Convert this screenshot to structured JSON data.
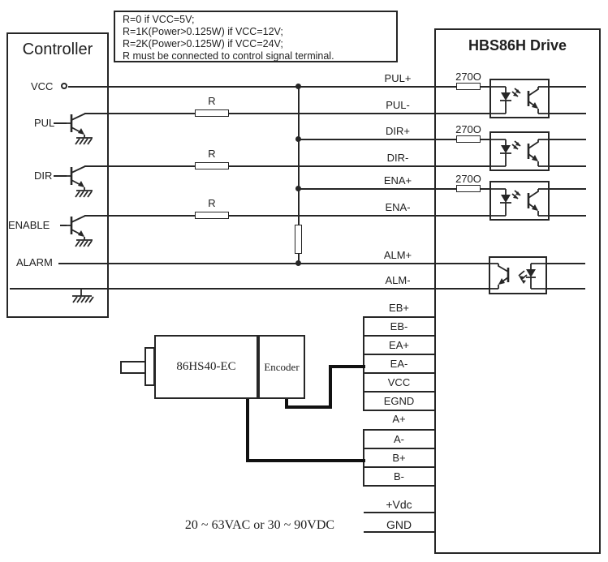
{
  "note": {
    "lines": [
      "R=0 if VCC=5V;",
      "R=1K(Power>0.125W) if VCC=12V;",
      "R=2K(Power>0.125W) if VCC=24V;",
      "R must be connected to control signal terminal."
    ]
  },
  "controller": {
    "title": "Controller",
    "signals": {
      "vcc": "VCC",
      "pul": "PUL",
      "dir": "DIR",
      "enable": "ENABLE",
      "alarm": "ALARM"
    }
  },
  "drive": {
    "title": "HBS86H Drive",
    "signal_terminals": {
      "pul_plus": "PUL+",
      "pul_minus": "PUL-",
      "dir_plus": "DIR+",
      "dir_minus": "DIR-",
      "ena_plus": "ENA+",
      "ena_minus": "ENA-",
      "alm_plus": "ALM+",
      "alm_minus": "ALM-"
    },
    "encoder_terminals": [
      "EB+",
      "EB-",
      "EA+",
      "EA-",
      "VCC",
      "EGND"
    ],
    "motor_terminals": [
      "A+",
      "A-",
      "B+",
      "B-"
    ],
    "power_terminals": [
      "+Vdc",
      "GND"
    ]
  },
  "resistors": {
    "series": "R",
    "input": "270O"
  },
  "motor": {
    "label": "86HS40-EC"
  },
  "encoder": {
    "label": "Encoder"
  },
  "power_note": "20 ~ 63VAC or 30 ~ 90VDC",
  "colors": {
    "line": "#262626",
    "background": "#ffffff"
  }
}
